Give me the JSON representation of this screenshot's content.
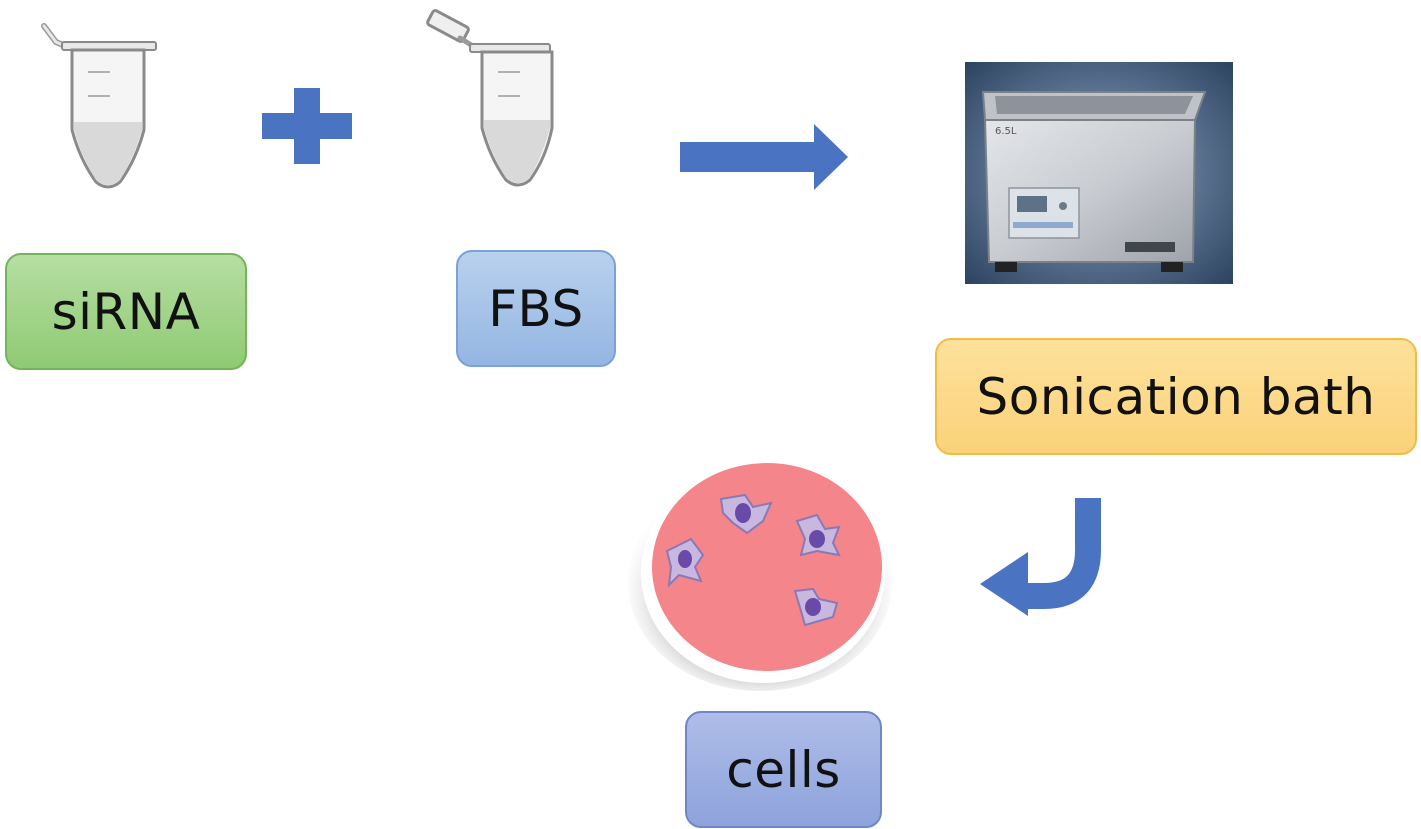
{
  "labels": {
    "sirna": "siRNA",
    "fbs": "FBS",
    "sonication": "Sonication bath",
    "cells": "cells"
  },
  "colors": {
    "arrow": "#4a73c2",
    "sirna_fill": "#a3d48a",
    "fbs_fill": "#a6c3e8",
    "sonication_fill": "#fcd98a",
    "cells_fill": "#9eb0e2",
    "dish_fill": "#f4858b",
    "cell_fill": "#c8b8e0",
    "nucleus": "#6a4aa8"
  },
  "icons": {
    "tube_1": "microcentrifuge-tube-icon",
    "tube_2": "microcentrifuge-tube-icon",
    "plus": "plus-icon",
    "arrow_right": "arrow-right-icon",
    "arrow_return": "arrow-return-left-icon",
    "bath": "sonication-bath-image",
    "dish": "petri-dish-with-cells-image"
  }
}
